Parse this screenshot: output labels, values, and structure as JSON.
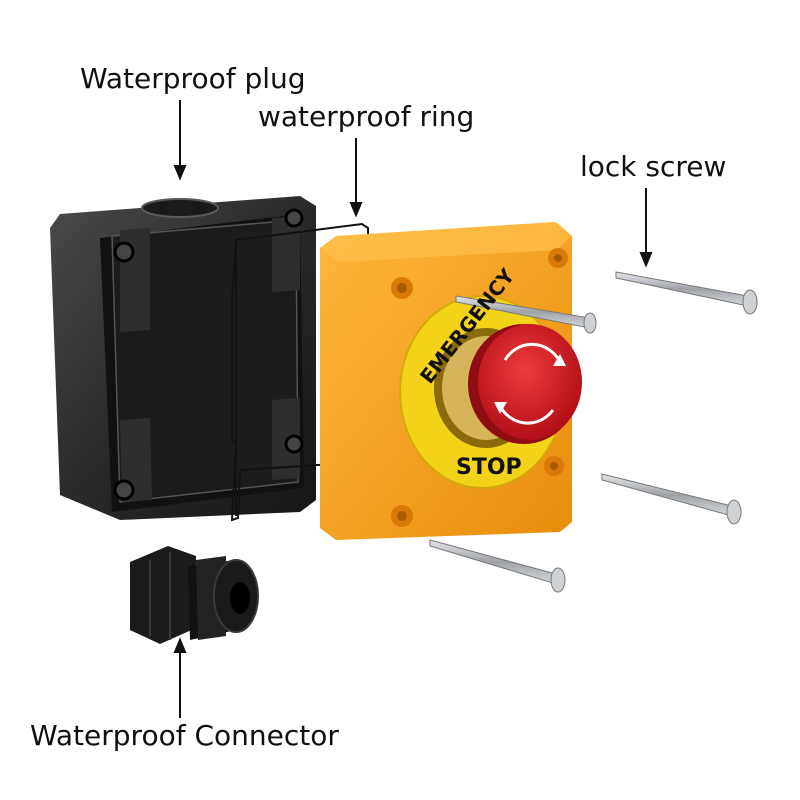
{
  "labels": {
    "waterproof_plug": "Waterproof plug",
    "waterproof_ring": "waterproof ring",
    "lock_screw": "lock screw",
    "waterproof_connector": "Waterproof Connector"
  },
  "button_text": {
    "top": "EMERGENCY",
    "bottom": "STOP"
  },
  "colors": {
    "housing": "#2b2b2b",
    "cover": "#f6a21a",
    "ring_label": "#f3d21a",
    "mushroom": "#d4161f",
    "screw": "#b9bcc0",
    "gasket": "#111111"
  },
  "icons": [
    "arrow-down-icon",
    "arrow-up-icon",
    "rotate-arrows-icon"
  ]
}
